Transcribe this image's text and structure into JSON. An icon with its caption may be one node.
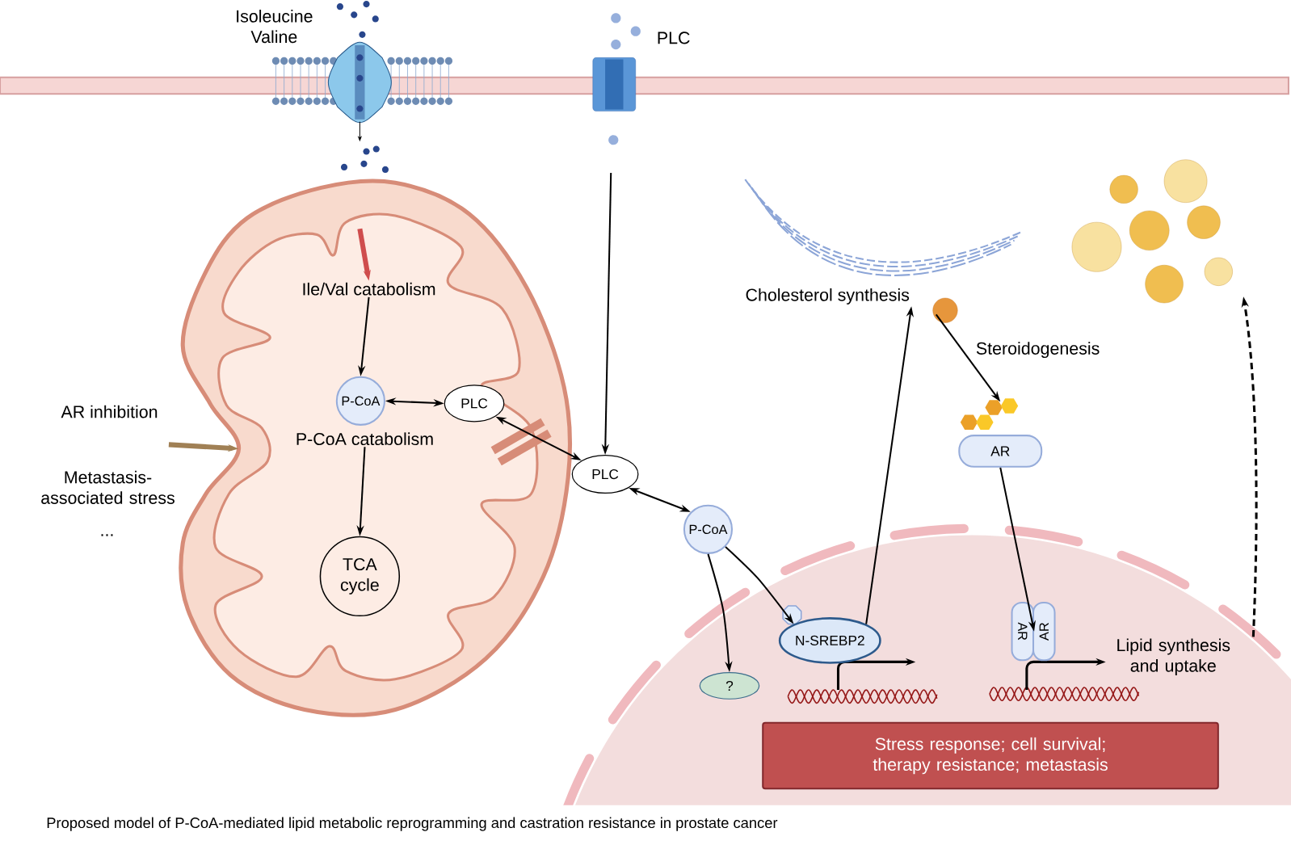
{
  "diagram": {
    "caption": "Proposed model of P-CoA-mediated lipid metabolic reprogramming and castration resistance in prostate cancer",
    "nodes": [
      {
        "text": [],
        "shape": "picture"
      },
      {
        "text": [
          "Ile/Val catabolism"
        ],
        "in": 0
      },
      {
        "text": [
          "P-CoA"
        ],
        "in": 0
      },
      {
        "text": [
          "PLC"
        ],
        "in": 0
      },
      {
        "text": [
          "P-CoA catabolism"
        ],
        "in": 0
      },
      {
        "text": [
          "TCA cycle"
        ],
        "in": 0
      },
      {
        "text": [
          "PLC"
        ]
      },
      {
        "text": [
          "P-CoA"
        ]
      },
      {
        "text": [
          "?"
        ]
      },
      {
        "text": [
          "N-SREBP2"
        ]
      },
      {
        "text": [
          "Cholesterol synthesis"
        ]
      },
      {
        "text": [
          "AR"
        ]
      },
      {
        "text": [
          "AR"
        ]
      },
      {
        "text": [
          "AR"
        ]
      },
      {
        "text": [
          "Lipid synthesis and uptake"
        ]
      },
      {
        "text": [],
        "shape": "picture"
      },
      {
        "text": [
          "Stress response; cell survival; therapy resistance; metastasis"
        ]
      }
    ],
    "edges": [
      {
        "from": null,
        "to": 1,
        "arrow": "to",
        "style": "thick",
        "color": "#cf4d4d"
      },
      {
        "from": 1,
        "to": 2,
        "arrow": "to"
      },
      {
        "from": 2,
        "to": 3,
        "arrow": "both"
      },
      {
        "from": 3,
        "to": 6,
        "arrow": "both"
      },
      {
        "from": 4,
        "to": 5,
        "arrow": "to"
      },
      {
        "from": null,
        "to": 0,
        "arrow": "to",
        "style": "thick",
        "color": "#a08055"
      },
      {
        "from": null,
        "to": 6,
        "arrow": "to"
      },
      {
        "from": 6,
        "to": 7,
        "arrow": "both"
      },
      {
        "from": 7,
        "to": 8,
        "arrow": "to"
      },
      {
        "from": 7,
        "to": 9,
        "arrow": "to"
      },
      {
        "from": 9,
        "to": 10,
        "arrow": "to"
      },
      {
        "from": 10,
        "to": 11,
        "arrow": "to",
        "label": "Steroidogenesis"
      },
      {
        "from": 11,
        "to": 12,
        "arrow": "to"
      },
      {
        "from": 14,
        "to": 15,
        "arrow": "to",
        "style": "dashed"
      }
    ],
    "labels": [
      "Isoleucine Valine",
      "PLC",
      "AR inhibition",
      "Metastasis-associated stress",
      "..."
    ]
  }
}
